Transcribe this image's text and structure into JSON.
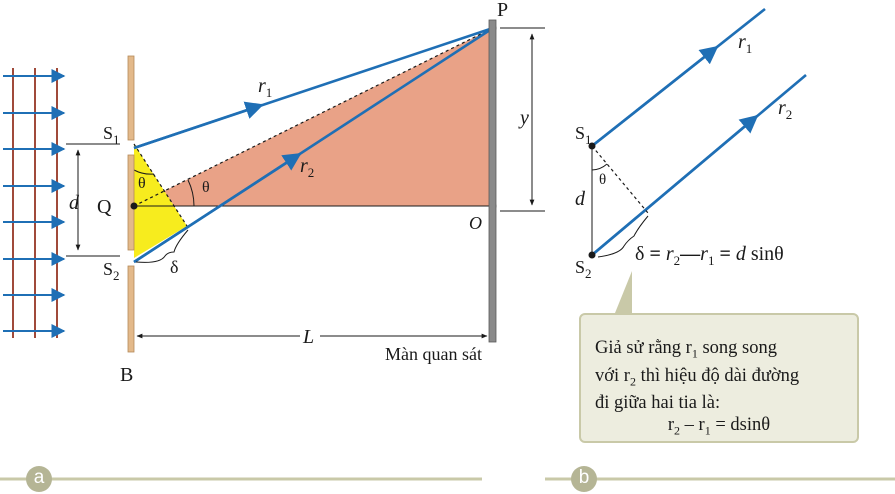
{
  "panel_a": {
    "tag": "a",
    "labels": {
      "P": "P",
      "Q": "Q",
      "B": "B",
      "S1_main": "S",
      "S1_sub": "1",
      "S2_main": "S",
      "S2_sub": "2",
      "r1_main": "r",
      "r1_sub": "1",
      "r2_main": "r",
      "r2_sub": "2",
      "d": "d",
      "y": "y",
      "O": "O",
      "L": "L",
      "theta_triangle": "θ",
      "theta_center": "θ",
      "delta": "δ",
      "screen": "Màn quan sát"
    }
  },
  "panel_b": {
    "tag": "b",
    "labels": {
      "S1_main": "S",
      "S1_sub": "1",
      "S2_main": "S",
      "S2_sub": "2",
      "r1_main": "r",
      "r1_sub": "1",
      "r2_main": "r",
      "r2_sub": "2",
      "d": "d",
      "theta": "θ"
    },
    "equation": {
      "delta": "δ",
      "eq1": " = ",
      "r2": "r",
      "r2_sub": "2",
      "dash": "—",
      "r1": "r",
      "r1_sub": "1",
      "eq2": " = ",
      "d": "d",
      "tail": " sinθ"
    },
    "callout": {
      "line1_pre": "Giả sử rằng r",
      "line1_sub": "1",
      "line1_post": " song song",
      "line2_pre": "với r",
      "line2_sub": "2",
      "line2_post": " thì hiệu độ dài đường",
      "line3": "đi giữa hai tia là:",
      "eq_pre": "r",
      "eq_sub1": "2",
      "eq_mid": " – r",
      "eq_sub2": "1",
      "eq_post": " = dsinθ"
    }
  },
  "colors": {
    "ray": "#1f6fb5",
    "wave": "#a04a3a",
    "slit": "#e3b98a",
    "fan": "#e9a287",
    "triangle": "#f7ec1e",
    "screen": "#8a8a8a",
    "tag": "#b5b595"
  }
}
